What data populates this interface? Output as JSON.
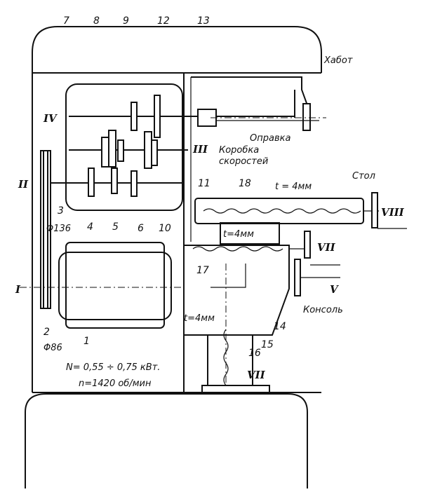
{
  "labels": {
    "hobot": "Хабот",
    "opravka": "Оправка",
    "korobka_1": "Коробка",
    "korobka_2": "скоростей",
    "stol": "Стол",
    "konsol": "Консоль",
    "t_table": "t = 4мм",
    "t_box": "t=4мм",
    "t_vertical": "t=4мм",
    "phi136": "Φ136",
    "phi86": "Φ86",
    "power": "N= 0,55 ÷ 0,75 кВт.",
    "speed": "n=1420 об/мин"
  },
  "shafts": [
    "I",
    "II",
    "III",
    "IV",
    "V",
    "VII",
    "VIII",
    "VII"
  ],
  "numbers": [
    "1",
    "2",
    "3",
    "4",
    "5",
    "6",
    "7",
    "8",
    "9",
    "10",
    "11",
    "12",
    "13",
    "14",
    "15",
    "16",
    "17",
    "18"
  ]
}
